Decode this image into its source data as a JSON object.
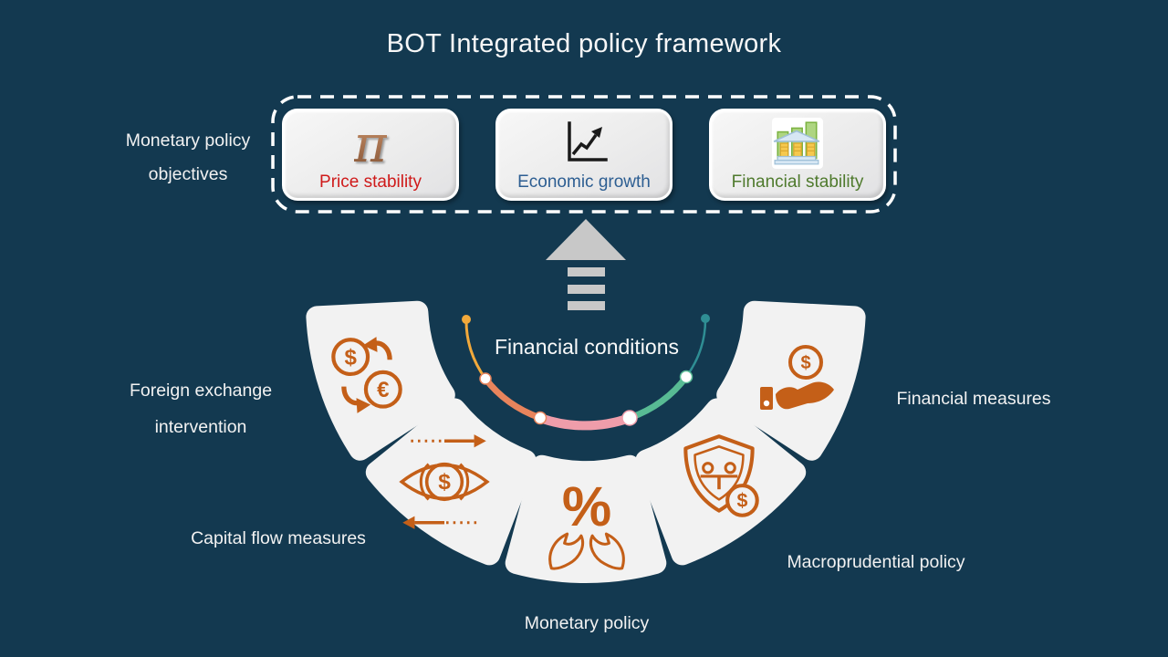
{
  "title": "BOT Integrated policy framework",
  "objectives_group": {
    "label_line1": "Monetary policy",
    "label_line2": "objectives",
    "cards": [
      {
        "label": "Price stability",
        "label_color": "#cf1a1a",
        "icon": "pi-inflation-icon",
        "glyph": "π"
      },
      {
        "label": "Economic growth",
        "label_color": "#2d5e92",
        "icon": "growth-chart-icon"
      },
      {
        "label": "Financial stability",
        "label_color": "#4f7a2d",
        "icon": "bank-bars-icon"
      }
    ]
  },
  "transmission": {
    "label": "Financial conditions",
    "arc_colors": [
      "#f2a93b",
      "#e8845c",
      "#ef9daa",
      "#58bb94",
      "#2f8e94"
    ]
  },
  "instruments": [
    {
      "label_line1": "Foreign exchange",
      "label_line2": "intervention",
      "icon": "currency-exchange-icon",
      "glyph_primary": "$",
      "glyph_secondary": "€"
    },
    {
      "label": "Capital flow measures",
      "icon": "eye-dollar-flow-icon",
      "glyph": "$"
    },
    {
      "label": "Monetary policy",
      "icon": "percent-hands-icon",
      "glyph": "%"
    },
    {
      "label": "Macroprudential policy",
      "icon": "shield-balance-icon",
      "glyph": "$"
    },
    {
      "label": "Financial measures",
      "icon": "coin-in-hand-icon",
      "glyph": "$"
    }
  ],
  "colors": {
    "background": "#133950",
    "card_background": "#ededed",
    "dashed_border": "#ffffff",
    "segment_fill": "#f2f2f2",
    "icon_orange": "#c45f18",
    "arrow_gray": "#c8c8c8",
    "text_white": "#f2f2f2",
    "pi_brown": "#a06a49",
    "chart_black": "#1a1a1a",
    "bank_bar_green": "#aed581",
    "bank_blue": "#d7e7f4",
    "bank_gold": "#f6c94e"
  }
}
